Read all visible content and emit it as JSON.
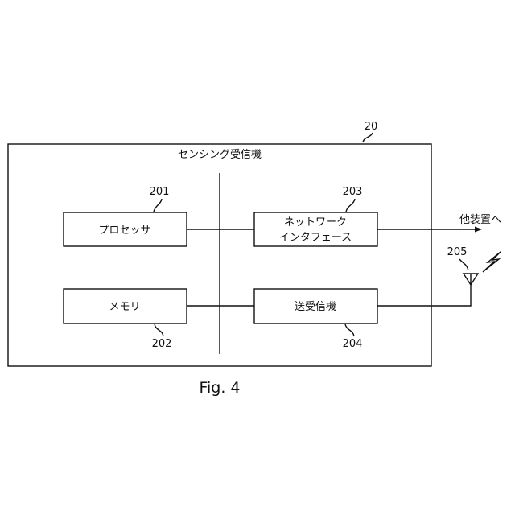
{
  "device": {
    "ref": "20",
    "title": "センシング受信機"
  },
  "blocks": {
    "processor": {
      "ref": "201",
      "label": "プロセッサ"
    },
    "memory": {
      "ref": "202",
      "label": "メモリ"
    },
    "network_if": {
      "ref": "203",
      "line1": "ネットワーク",
      "line2": "インタフェース"
    },
    "transceiver": {
      "ref": "204",
      "label": "送受信機"
    }
  },
  "antenna": {
    "ref": "205"
  },
  "external_label": "他装置へ",
  "figure_caption": "Fig. 4"
}
